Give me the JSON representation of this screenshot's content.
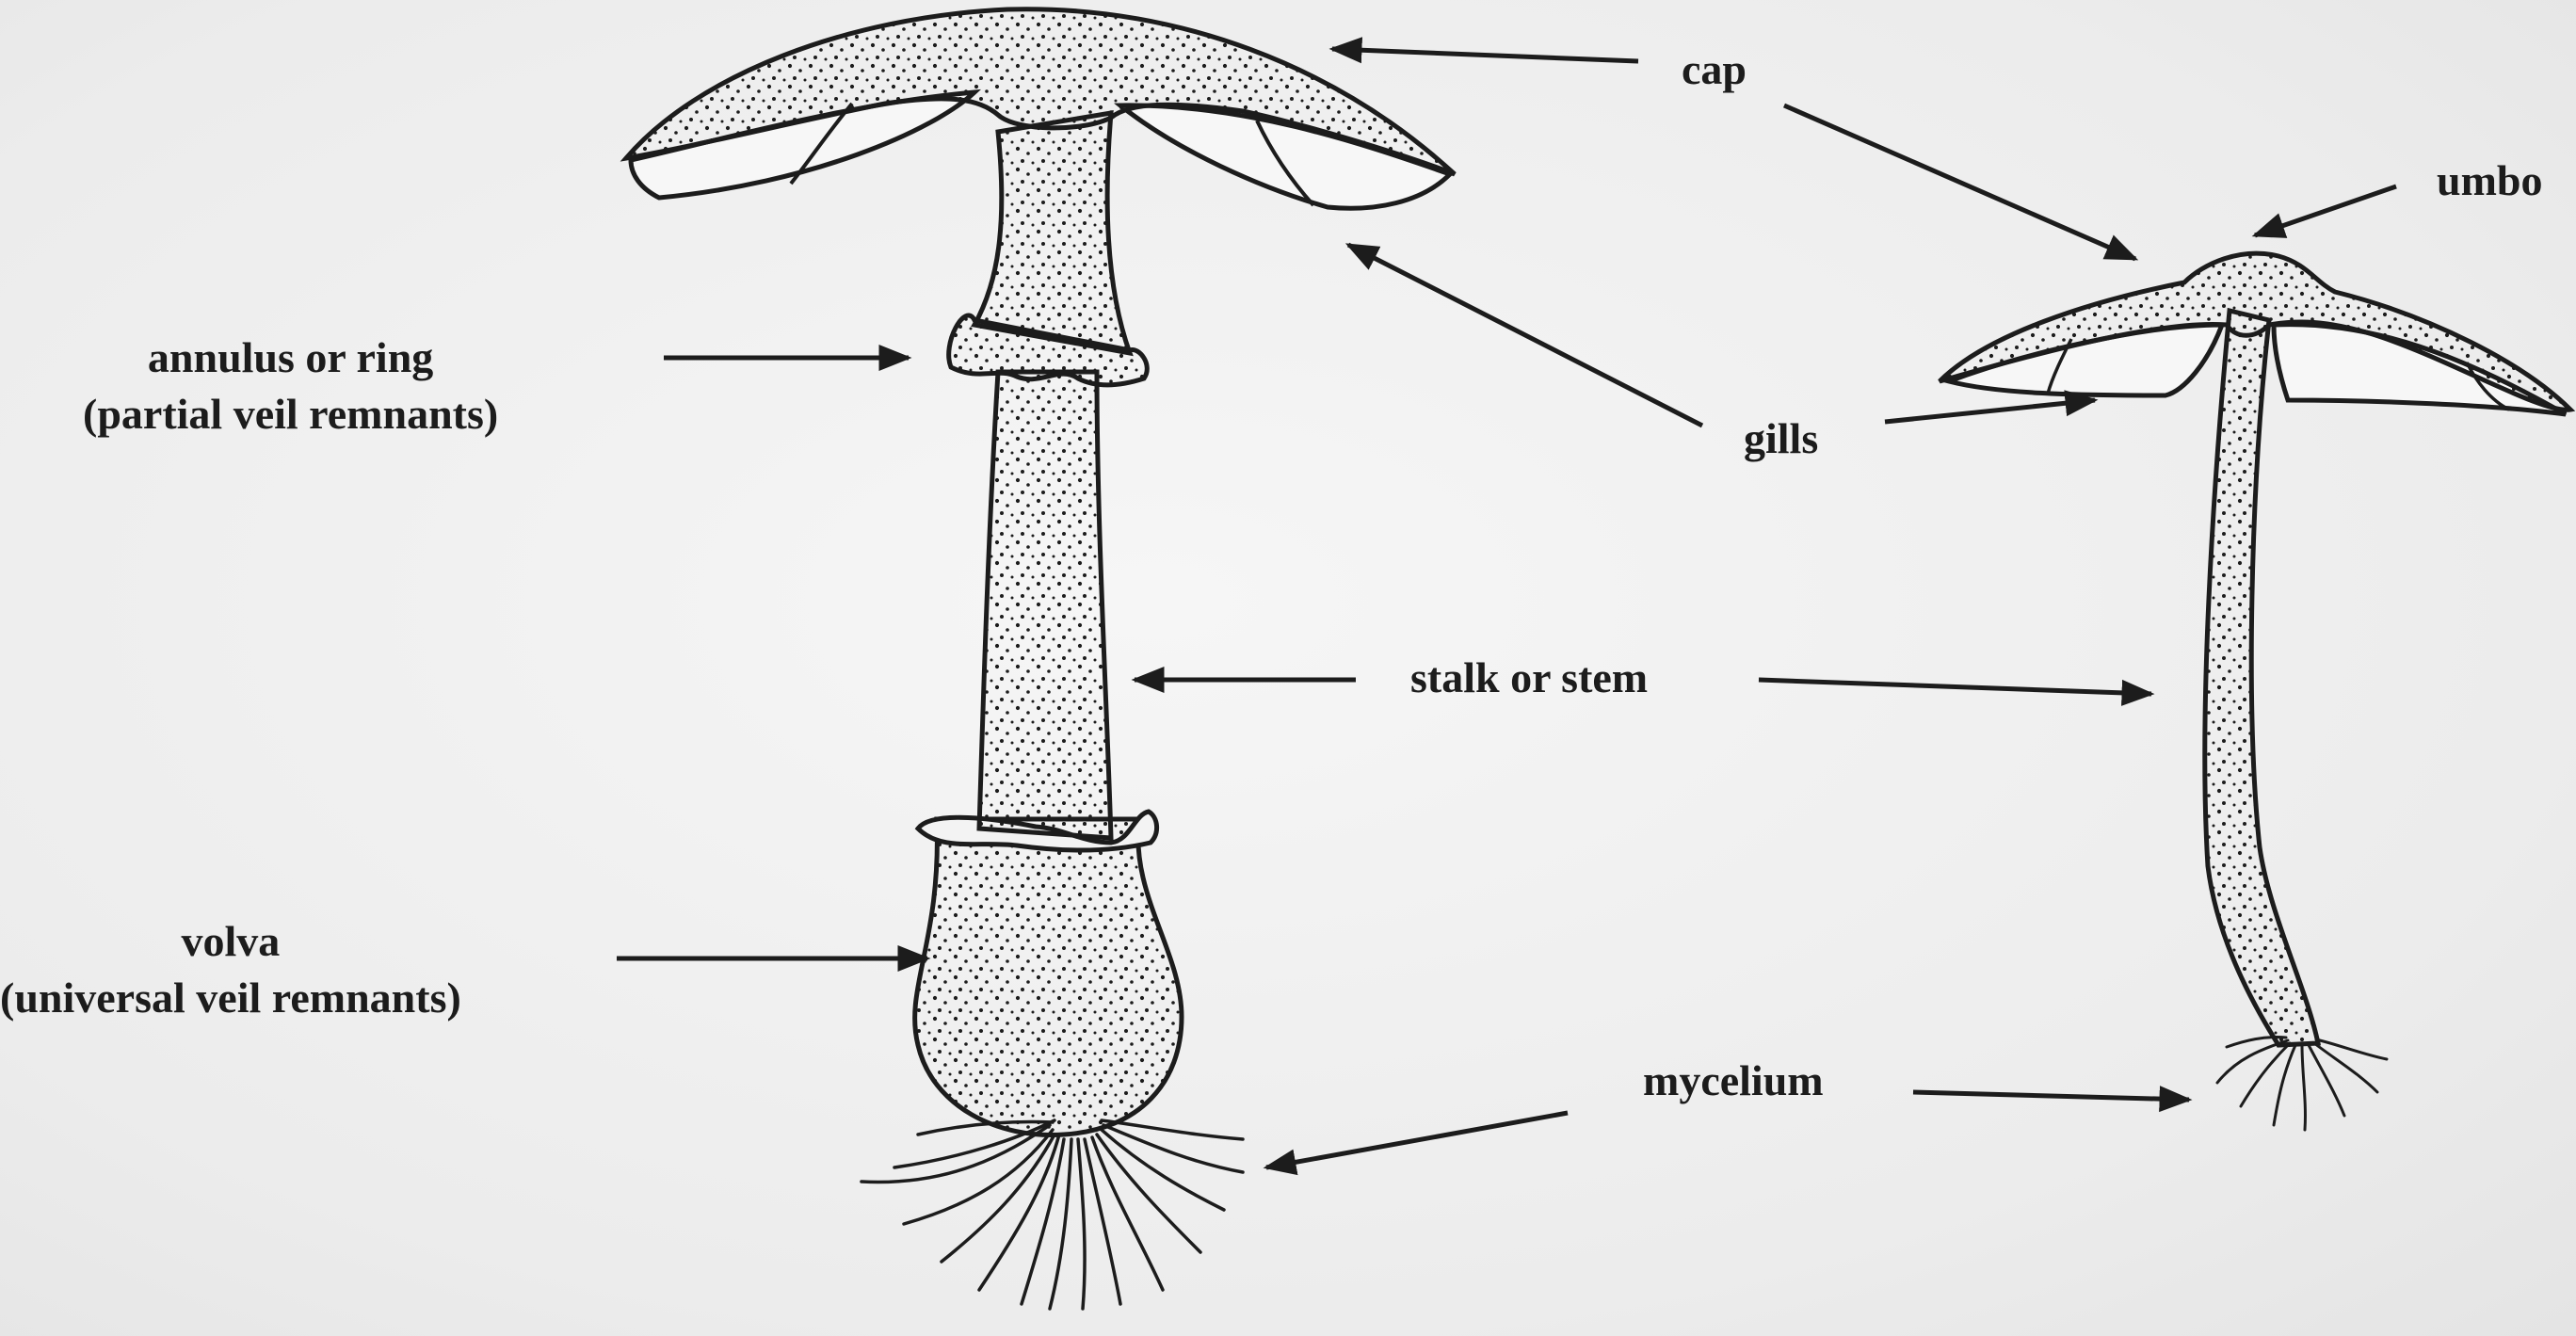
{
  "diagram": {
    "labels": {
      "cap": "cap",
      "umbo": "umbo",
      "gills": "gills",
      "annulus_line1": "annulus or ring",
      "annulus_line2": "(partial veil remnants)",
      "stalk": "stalk or stem",
      "volva_line1": "volva",
      "volva_line2": "(universal veil remnants)",
      "mycelium": "mycelium"
    },
    "colors": {
      "ink": "#1c1c1c",
      "paper": "#f3f3f3"
    }
  }
}
